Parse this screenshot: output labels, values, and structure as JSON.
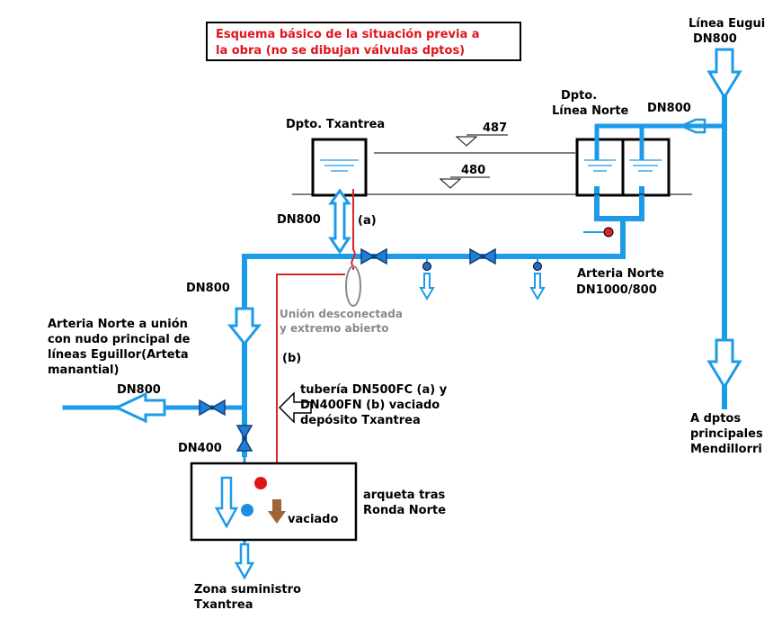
{
  "title": {
    "line1": "Esquema básico de la situación previa a",
    "line2": "la obra (no se dibujan válvulas dptos)"
  },
  "labels": {
    "linea_eugui_1": "Línea Eugui",
    "linea_eugui_2": "DN800",
    "dn800_top": "DN800",
    "dpto_norte_1": "Dpto.",
    "dpto_norte_2": "Línea Norte",
    "dpto_txantrea": "Dpto. Txantrea",
    "level_487": "487",
    "level_480": "480",
    "dn800_txantrea": "DN800",
    "a_mark": "(a)",
    "dn800_left": "DN800",
    "arteria_norte_1": "Arteria Norte",
    "arteria_norte_2": "DN1000/800",
    "union_1": "Unión desconectada",
    "union_2": "y extremo abierto",
    "b_mark": "(b)",
    "arteria_union_1": "Arteria Norte a unión",
    "arteria_union_2": "con nudo principal de",
    "arteria_union_3": "líneas Eguillor(Arteta",
    "arteria_union_4": "manantial)",
    "dn800_branch": "DN800",
    "tuberia_1": "tubería DN500FC (a) y",
    "tuberia_2": "DN400FN (b) vaciado",
    "tuberia_3": "depósito Txantrea",
    "a_dptos_1": "A dptos",
    "a_dptos_2": "principales",
    "a_dptos_3": "Mendillorri",
    "dn400": "DN400",
    "arqueta_1": "arqueta tras",
    "arqueta_2": "Ronda Norte",
    "vaciado": "vaciado",
    "zona_1": "Zona suministro",
    "zona_2": "Txantrea"
  },
  "colors": {
    "pipe": "#1e9be8",
    "drain": "#d9262b",
    "title": "#e0151b",
    "valve": "#1e7fd6",
    "brown": "#a0643a"
  }
}
